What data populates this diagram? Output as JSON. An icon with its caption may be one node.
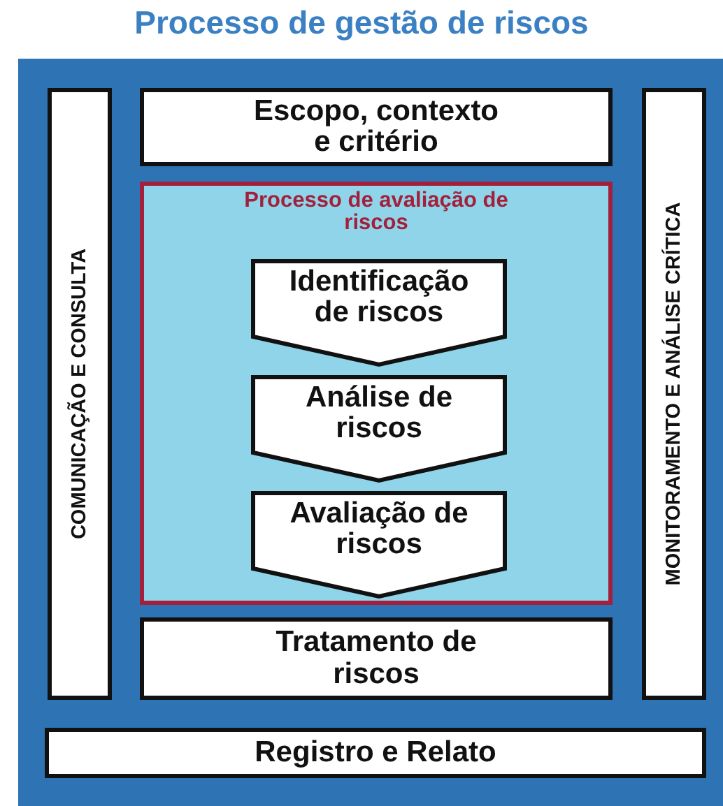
{
  "diagram": {
    "nodes": [
      {
        "text": [
          "Processo de gestão de riscos"
        ]
      },
      {
        "text": [
          "COMUNICAÇÃO E CONSULTA"
        ],
        "in": 0
      },
      {
        "text": [
          "Escopo, contexto e critério"
        ],
        "in": 0
      },
      {
        "text": [
          "Processo de avaliação de riscos"
        ],
        "in": 0
      },
      {
        "text": [
          "Identificação de riscos"
        ],
        "in": 3
      },
      {
        "text": [
          "Análise de riscos"
        ],
        "in": 3
      },
      {
        "text": [
          "Avaliação de riscos"
        ],
        "in": 3
      },
      {
        "text": [
          "Tratamento de riscos"
        ],
        "in": 0
      },
      {
        "text": [
          "MONITORAMENTO E ANÁLISE CRÍTICA"
        ],
        "in": 0
      },
      {
        "text": [
          "Registro e Relato"
        ],
        "in": 0
      }
    ]
  }
}
